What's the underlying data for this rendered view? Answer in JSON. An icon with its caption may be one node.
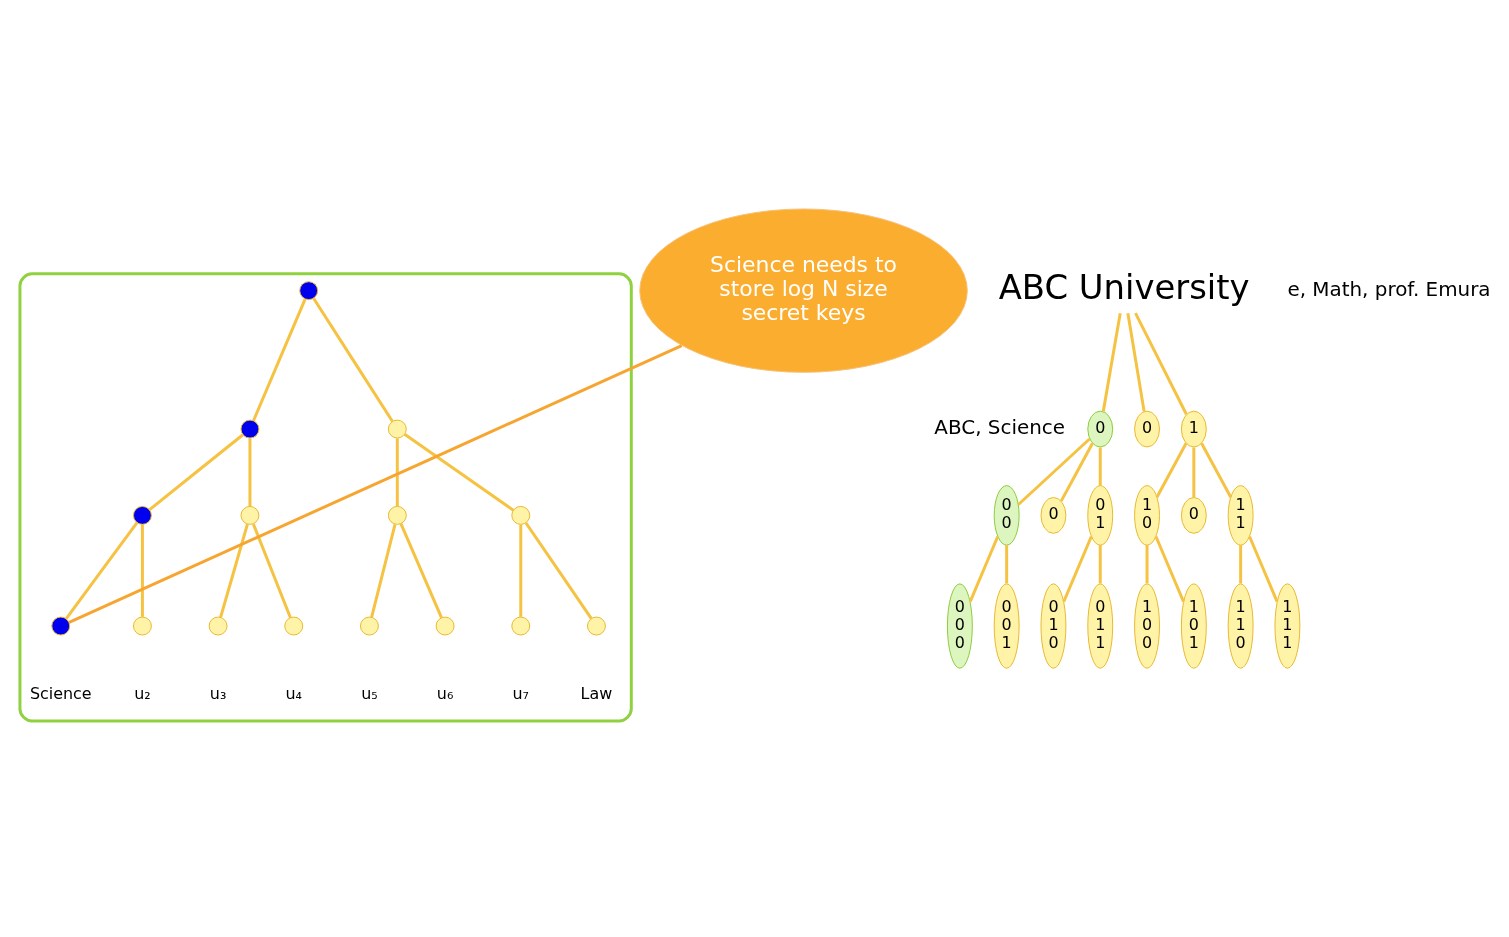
{
  "diagram": {
    "nodes": [
      {
        "text": [],
        "shape": "box"
      },
      {
        "text": [],
        "shape": "circle",
        "in": 0
      },
      {
        "text": [],
        "shape": "circle",
        "in": 0
      },
      {
        "text": [],
        "shape": "circle",
        "in": 0
      },
      {
        "text": [],
        "shape": "circle",
        "in": 0
      },
      {
        "text": [],
        "shape": "circle",
        "in": 0
      },
      {
        "text": [],
        "shape": "circle",
        "in": 0
      },
      {
        "text": [],
        "shape": "circle",
        "in": 0
      },
      {
        "text": [],
        "shape": "circle",
        "in": 0,
        "beside": [
          "Science"
        ]
      },
      {
        "text": [],
        "shape": "circle",
        "in": 0,
        "beside": [
          "u₂"
        ]
      },
      {
        "text": [],
        "shape": "circle",
        "in": 0,
        "beside": [
          "u₃"
        ]
      },
      {
        "text": [],
        "shape": "circle",
        "in": 0,
        "beside": [
          "u₄"
        ]
      },
      {
        "text": [],
        "shape": "circle",
        "in": 0,
        "beside": [
          "u₅"
        ]
      },
      {
        "text": [],
        "shape": "circle",
        "in": 0,
        "beside": [
          "u₆"
        ]
      },
      {
        "text": [],
        "shape": "circle",
        "in": 0,
        "beside": [
          "u₇"
        ]
      },
      {
        "text": [],
        "shape": "circle",
        "in": 0,
        "beside": [
          "Law"
        ]
      },
      {
        "text": [
          "ABC University"
        ]
      },
      {
        "text": [
          "Science needs to store log N size secret keys"
        ]
      },
      {
        "text": [
          "0"
        ],
        "beside": [
          "ABC, Science"
        ]
      },
      {
        "text": [
          "0"
        ]
      },
      {
        "text": [
          "1"
        ]
      },
      {
        "text": [
          "0 0"
        ]
      },
      {
        "text": [
          "0"
        ]
      },
      {
        "text": [
          "0 1"
        ]
      },
      {
        "text": [
          "1 0"
        ]
      },
      {
        "text": [
          "0"
        ]
      },
      {
        "text": [
          "1 1"
        ]
      },
      {
        "text": [
          "0 0 0"
        ]
      },
      {
        "text": [
          "0 0 1"
        ]
      },
      {
        "text": [
          "0 1 0"
        ]
      },
      {
        "text": [
          "0 1 1"
        ]
      },
      {
        "text": [
          "1 0 0"
        ]
      },
      {
        "text": [
          "1 0 1"
        ]
      },
      {
        "text": [
          "1 1 0"
        ]
      },
      {
        "text": [
          "1 1 1"
        ]
      }
    ],
    "edges": [
      {
        "from": 1,
        "to": 2,
        "arrow": "none"
      },
      {
        "from": 2,
        "to": 3,
        "arrow": "none"
      },
      {
        "from": 3,
        "to": 8,
        "arrow": "none"
      },
      {
        "from": 3,
        "to": 9,
        "arrow": "none"
      },
      {
        "from": 2,
        "to": 4,
        "arrow": "none"
      },
      {
        "from": 4,
        "to": 10,
        "arrow": "none"
      },
      {
        "from": 4,
        "to": 11,
        "arrow": "none"
      },
      {
        "from": 1,
        "to": 5,
        "arrow": "none"
      },
      {
        "from": 5,
        "to": 6,
        "arrow": "none"
      },
      {
        "from": 6,
        "to": 12,
        "arrow": "none"
      },
      {
        "from": 6,
        "to": 13,
        "arrow": "none"
      },
      {
        "from": 5,
        "to": 7,
        "arrow": "none"
      },
      {
        "from": 7,
        "to": 14,
        "arrow": "none"
      },
      {
        "from": 7,
        "to": 15,
        "arrow": "none"
      },
      {
        "from": 17,
        "to": 8,
        "arrow": "none",
        "color": "#f7a531"
      },
      {
        "from": 16,
        "to": 18,
        "arrow": "none"
      },
      {
        "from": 16,
        "to": 19,
        "arrow": "none"
      },
      {
        "from": 16,
        "to": 20,
        "arrow": "none"
      },
      {
        "from": 18,
        "to": 21,
        "arrow": "none"
      },
      {
        "from": 18,
        "to": 22,
        "arrow": "none"
      },
      {
        "from": 18,
        "to": 23,
        "arrow": "none"
      },
      {
        "from": 20,
        "to": 24,
        "arrow": "none"
      },
      {
        "from": 20,
        "to": 25,
        "arrow": "none"
      },
      {
        "from": 20,
        "to": 26,
        "arrow": "none"
      },
      {
        "from": 21,
        "to": 27,
        "arrow": "none"
      },
      {
        "from": 21,
        "to": 28,
        "arrow": "none"
      },
      {
        "from": 23,
        "to": 29,
        "arrow": "none"
      },
      {
        "from": 23,
        "to": 30,
        "arrow": "none"
      },
      {
        "from": 24,
        "to": 31,
        "arrow": "none"
      },
      {
        "from": 24,
        "to": 32,
        "arrow": "none"
      },
      {
        "from": 26,
        "to": 33,
        "arrow": "none"
      },
      {
        "from": 26,
        "to": 34,
        "arrow": "none"
      }
    ],
    "labels": [
      "e, Math, prof. Emura"
    ]
  }
}
